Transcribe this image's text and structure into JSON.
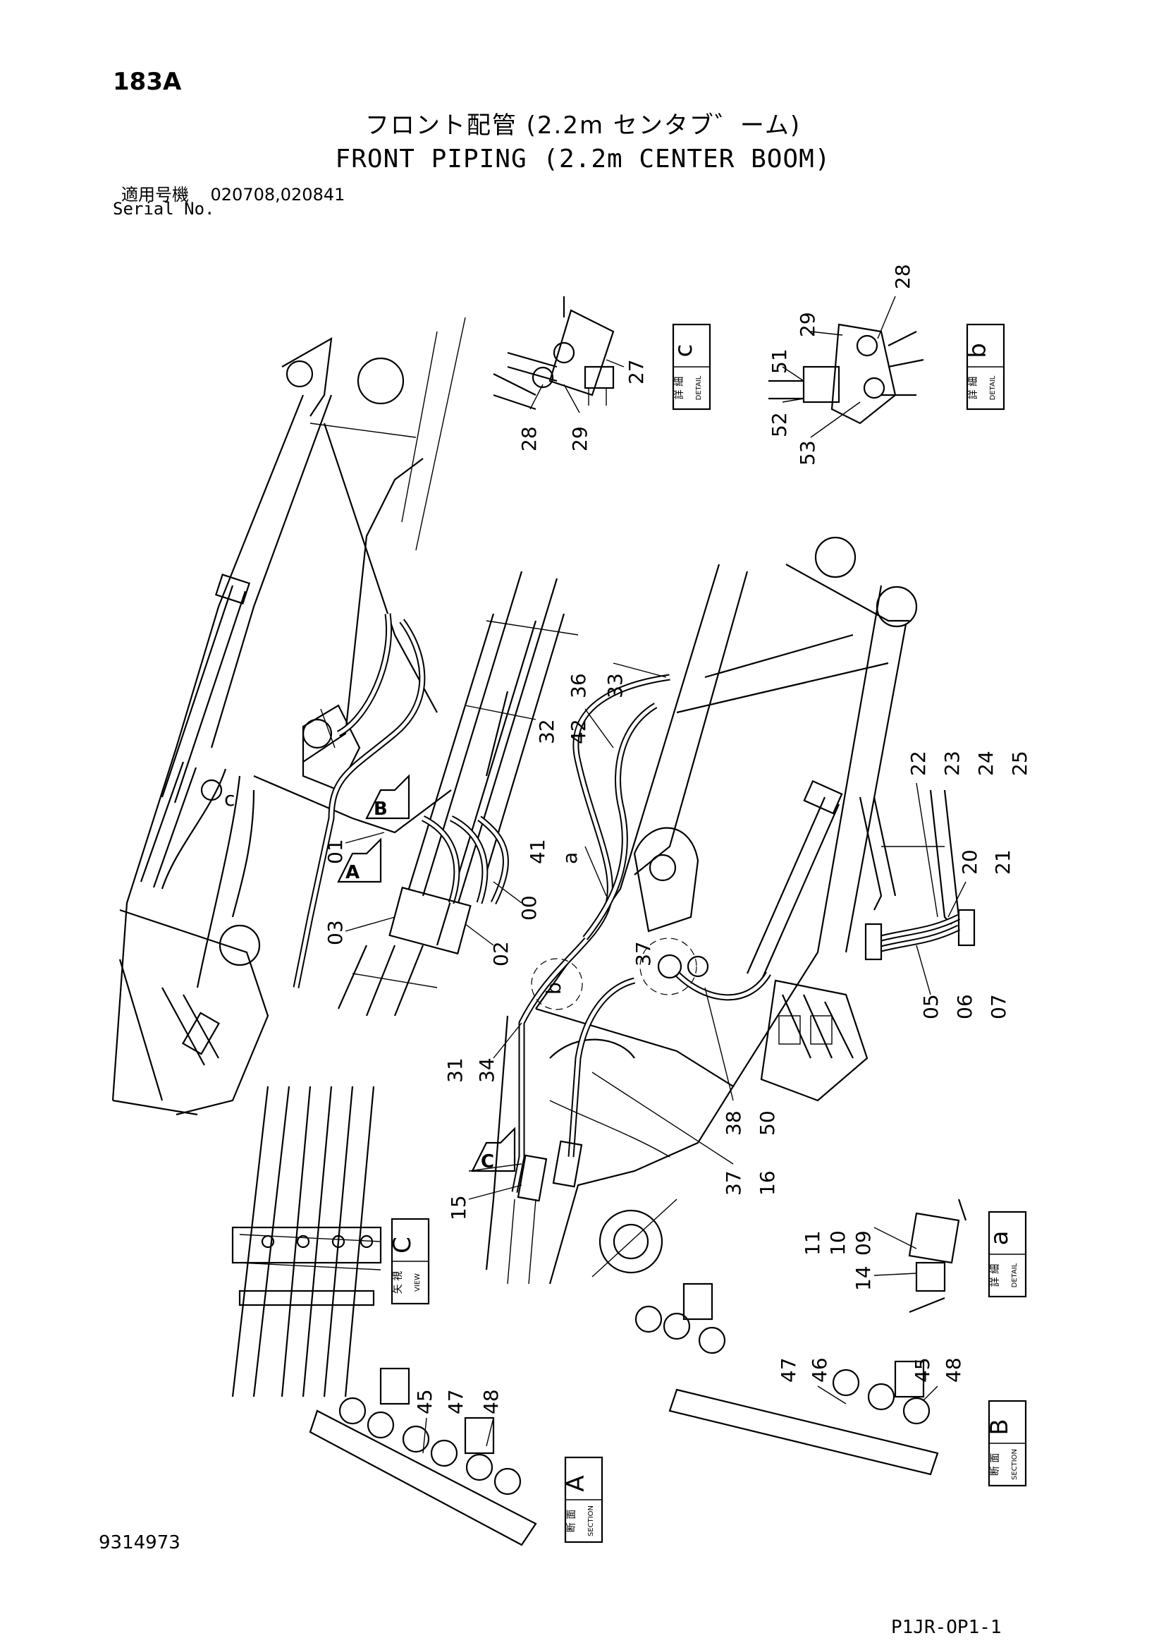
{
  "header": {
    "page_number": "183A",
    "title_jp": "フロント配管 (2.2m センタブ゛ーム)",
    "title_en": "FRONT PIPING (2.2m CENTER BOOM)",
    "serial_label_jp": "適用号機",
    "serial_numbers": "020708,020841",
    "serial_label_en": "Serial No."
  },
  "detail_boxes": [
    {
      "id": "c",
      "kanji": "詳 細",
      "word": "DETAIL"
    },
    {
      "id": "b",
      "kanji": "詳 細",
      "word": "DETAIL"
    },
    {
      "id": "a",
      "kanji": "詳 細",
      "word": "DETAIL"
    },
    {
      "id": "C",
      "kanji": "矢 視",
      "word": "VIEW"
    },
    {
      "id": "A",
      "kanji": "断 面",
      "word": "SECTION"
    },
    {
      "id": "B",
      "kanji": "断 面",
      "word": "SECTION"
    }
  ],
  "view_arrows": [
    "A",
    "B",
    "C"
  ],
  "callouts": {
    "detail_c": [
      "27",
      "28",
      "29"
    ],
    "detail_b": [
      "28",
      "29",
      "51",
      "52",
      "53"
    ],
    "detail_a": [
      "11",
      "10",
      "09",
      "14"
    ],
    "main_left": [
      "c",
      "01",
      "03",
      "02",
      "00"
    ],
    "main_right": [
      "36",
      "33",
      "32",
      "42",
      "41",
      "a",
      "b",
      "37",
      "31",
      "34",
      "38",
      "50",
      "37",
      "16",
      "15"
    ],
    "upper_right": [
      "22",
      "23",
      "24",
      "25",
      "20",
      "21",
      "05",
      "06",
      "07"
    ],
    "section_a": [
      "45",
      "47",
      "48"
    ],
    "section_b": [
      "47",
      "46",
      "45",
      "48"
    ]
  },
  "footer": {
    "document_number": "9314973",
    "sheet_code": "P1JR-OP1-1"
  }
}
